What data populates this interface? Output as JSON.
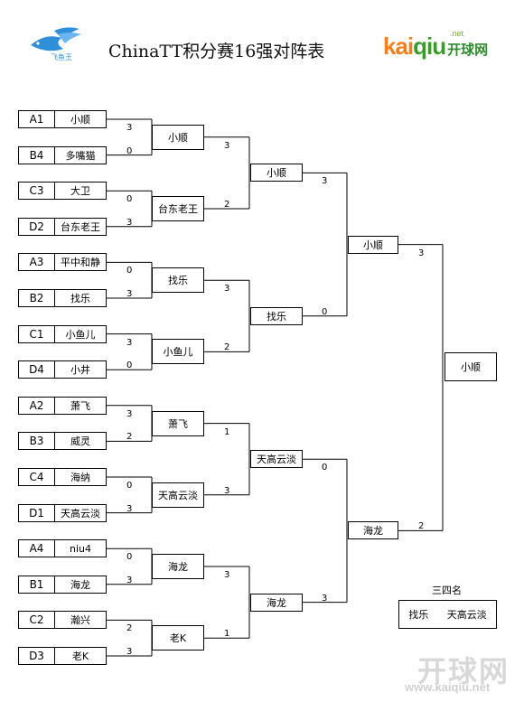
{
  "header": {
    "title": "ChinaTT积分赛16强对阵表",
    "logo_left_text": "飞鱼王",
    "logo_right_brand": {
      "kai": "kai",
      "qiu": "qiu",
      "net": ".net",
      "cn": "开球网"
    }
  },
  "colors": {
    "line": "#000000",
    "brand_orange": "#f07f1e",
    "brand_green": "#3a9a2a",
    "logo_blue": "#2f8fd8"
  },
  "round1": [
    {
      "seed": "A1",
      "name": "小顺",
      "score": "3"
    },
    {
      "seed": "B4",
      "name": "多嘴猫",
      "score": "0"
    },
    {
      "seed": "C3",
      "name": "大卫",
      "score": "0"
    },
    {
      "seed": "D2",
      "name": "台东老王",
      "score": "3"
    },
    {
      "seed": "A3",
      "name": "平中和静",
      "score": "0"
    },
    {
      "seed": "B2",
      "name": "找乐",
      "score": "3"
    },
    {
      "seed": "C1",
      "name": "小鱼儿",
      "score": "3"
    },
    {
      "seed": "D4",
      "name": "小井",
      "score": "0"
    },
    {
      "seed": "A2",
      "name": "萧飞",
      "score": "3"
    },
    {
      "seed": "B3",
      "name": "威灵",
      "score": "2"
    },
    {
      "seed": "C4",
      "name": "海纳",
      "score": "0"
    },
    {
      "seed": "D1",
      "name": "天高云淡",
      "score": "3"
    },
    {
      "seed": "A4",
      "name": "niu4",
      "score": "0"
    },
    {
      "seed": "B1",
      "name": "海龙",
      "score": "3"
    },
    {
      "seed": "C2",
      "name": "瀚兴",
      "score": "2"
    },
    {
      "seed": "D3",
      "name": "老K",
      "score": "3"
    }
  ],
  "round2": [
    {
      "name": "小顺",
      "score": "3"
    },
    {
      "name": "台东老王",
      "score": "2"
    },
    {
      "name": "找乐",
      "score": "3"
    },
    {
      "name": "小鱼儿",
      "score": "2"
    },
    {
      "name": "萧飞",
      "score": "1"
    },
    {
      "name": "天高云淡",
      "score": "3"
    },
    {
      "name": "海龙",
      "score": "3"
    },
    {
      "name": "老K",
      "score": "1"
    }
  ],
  "round3": [
    {
      "name": "小顺",
      "score": "3"
    },
    {
      "name": "找乐",
      "score": "0"
    },
    {
      "name": "天高云淡",
      "score": "0"
    },
    {
      "name": "海龙",
      "score": "3"
    }
  ],
  "round4": [
    {
      "name": "小顺",
      "score": "3"
    },
    {
      "name": "海龙",
      "score": "2"
    }
  ],
  "champion": {
    "name": "小顺"
  },
  "third_place": {
    "title": "三四名",
    "player1": "找乐",
    "player2": "天高云淡"
  },
  "watermark": {
    "text": "开球网",
    "url": "www.kaiqiu.net"
  }
}
